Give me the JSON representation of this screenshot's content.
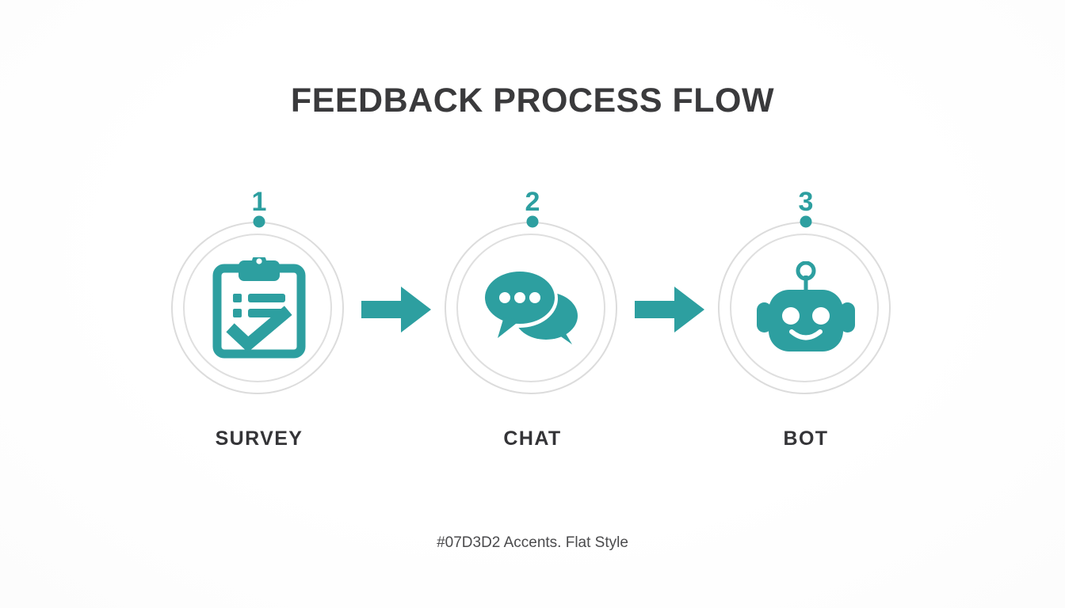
{
  "header": {
    "title": "FEEDBACK PROCESS FLOW"
  },
  "footer": {
    "caption": "#07D3D2 Accents. Flat Style"
  },
  "theme": {
    "accent": "#2d9fa0",
    "accent_declared": "#07D3D2",
    "ring": "#dcdcdc",
    "text_dark": "#343437",
    "background": "#fefefe"
  },
  "flow": {
    "steps": [
      {
        "number": "1",
        "label": "SURVEY",
        "icon": "clipboard-checklist-icon"
      },
      {
        "number": "2",
        "label": "CHAT",
        "icon": "chat-bubbles-icon"
      },
      {
        "number": "3",
        "label": "BOT",
        "icon": "robot-head-icon"
      }
    ],
    "connectors": [
      {
        "icon": "arrow-right-icon"
      },
      {
        "icon": "arrow-right-icon"
      }
    ]
  }
}
